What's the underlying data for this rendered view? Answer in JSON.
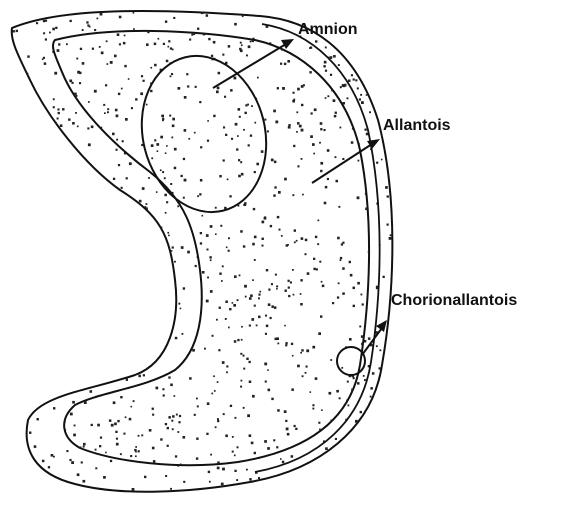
{
  "labels": {
    "amnion": "Amnion",
    "allantois": "Allantois",
    "chorionallantois": "Chorionallantois"
  },
  "colors": {
    "stroke": "#111111",
    "stipple": "#222222",
    "background": "#ffffff"
  }
}
